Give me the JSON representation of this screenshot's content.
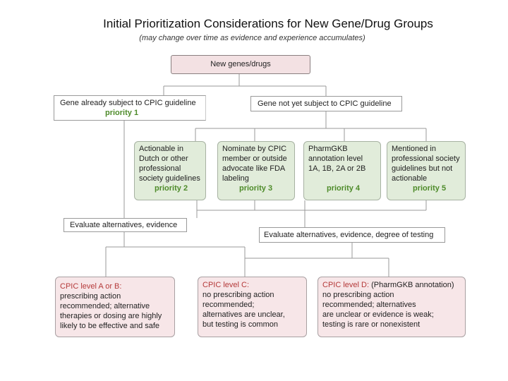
{
  "header": {
    "title": "Initial Prioritization Considerations for New Gene/Drug Groups",
    "subtitle": "(may change over time as evidence and experience accumulates)"
  },
  "root": {
    "label": "New genes/drugs"
  },
  "branch_left": {
    "label": "Gene already subject to CPIC guideline",
    "priority": "priority 1"
  },
  "branch_right": {
    "label": "Gene not yet subject to CPIC guideline"
  },
  "criteria": [
    {
      "lines": [
        "Actionable in",
        "Dutch or other",
        "professional",
        "society guidelines"
      ],
      "priority": "priority 2"
    },
    {
      "lines": [
        "Nominate by CPIC",
        "member or outside",
        "advocate like FDA",
        "labeling"
      ],
      "priority": "priority 3"
    },
    {
      "lines": [
        "PharmGKB",
        "annotation level",
        "1A, 1B, 2A or 2B"
      ],
      "priority": "priority 4"
    },
    {
      "lines": [
        "Mentioned in",
        "professional society",
        "guidelines but not",
        "actionable"
      ],
      "priority": "priority 5"
    }
  ],
  "evaluate_left": {
    "label": "Evaluate alternatives, evidence"
  },
  "evaluate_right": {
    "label": "Evaluate alternatives, evidence, degree of testing"
  },
  "levels": [
    {
      "heading": "CPIC level A or B:",
      "heading_suffix": "",
      "lines": [
        "prescribing action",
        "recommended; alternative",
        "therapies or dosing are highly",
        "likely to be effective and safe"
      ]
    },
    {
      "heading": "CPIC level C:",
      "heading_suffix": "",
      "lines": [
        "no prescribing action",
        "recommended;",
        "alternatives are unclear,",
        "but testing is common"
      ]
    },
    {
      "heading": "CPIC level D:",
      "heading_suffix": " (PharmGKB annotation)",
      "lines": [
        "no prescribing action",
        "recommended; alternatives",
        "are unclear or evidence is weak;",
        "testing is rare or nonexistent"
      ]
    }
  ]
}
